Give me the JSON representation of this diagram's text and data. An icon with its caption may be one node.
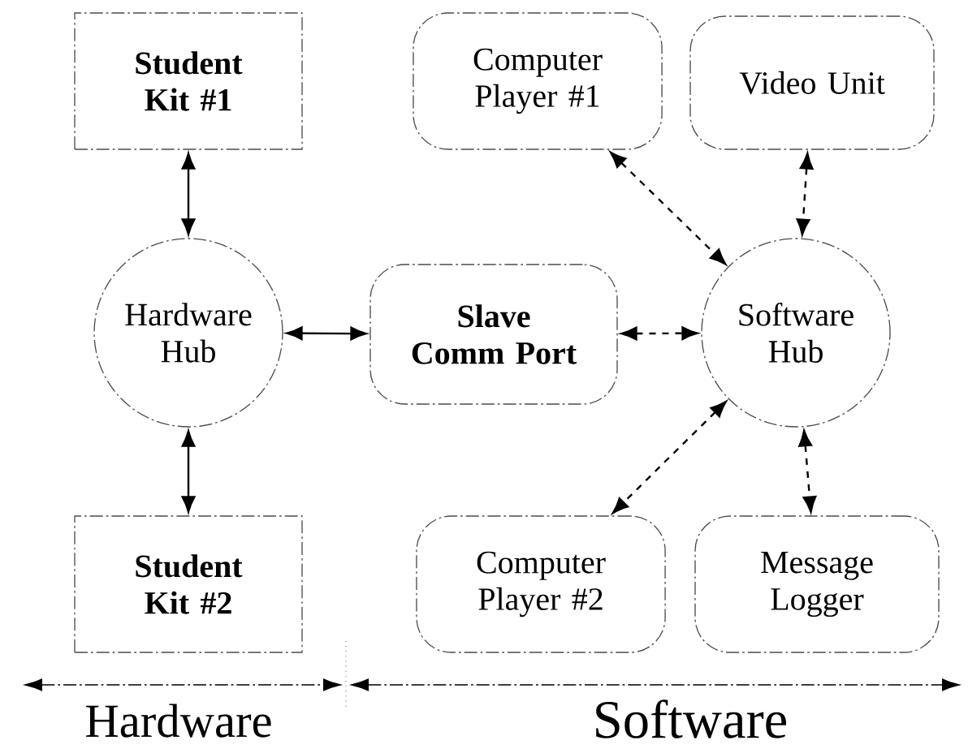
{
  "diagram": {
    "nodes": [
      {
        "text": [
          "Student Kit #1"
        ]
      },
      {
        "text": [
          "Computer Player #1"
        ]
      },
      {
        "text": [
          "Video Unit"
        ]
      },
      {
        "text": [
          "Hardware Hub"
        ]
      },
      {
        "text": [
          "Slave Comm Port"
        ]
      },
      {
        "text": [
          "Software Hub"
        ]
      },
      {
        "text": [
          "Student Kit #2"
        ]
      },
      {
        "text": [
          "Computer Player #2"
        ]
      },
      {
        "text": [
          "Message Logger"
        ]
      }
    ],
    "edges": [
      {
        "from": 0,
        "to": 3,
        "arrow": "both"
      },
      {
        "from": 1,
        "to": 5,
        "arrow": "both",
        "style": "dashed"
      },
      {
        "from": 2,
        "to": 5,
        "arrow": "both",
        "style": "dashed"
      },
      {
        "from": 3,
        "to": 4,
        "arrow": "both"
      },
      {
        "from": 4,
        "to": 5,
        "arrow": "both",
        "style": "dashed"
      },
      {
        "from": 3,
        "to": 6,
        "arrow": "both"
      },
      {
        "from": 5,
        "to": 7,
        "arrow": "both",
        "style": "dashed"
      },
      {
        "from": 5,
        "to": 8,
        "arrow": "both",
        "style": "dashed"
      }
    ],
    "labels": [
      "Hardware",
      "Software"
    ]
  }
}
